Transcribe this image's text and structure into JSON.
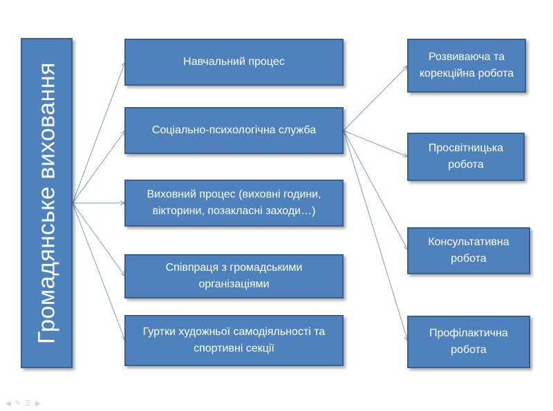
{
  "root": {
    "label": "Громадянське виховання"
  },
  "middle": [
    {
      "label": "Навчальний процес"
    },
    {
      "label": "Соціально-психологічна служба"
    },
    {
      "label": "Виховний процес (виховні години, вікторини, позакласні заходи…)"
    },
    {
      "label": "Співпраця з громадськими організаціями"
    },
    {
      "label": "Гуртки художньої самодіяльності та спортивні секції"
    }
  ],
  "right": [
    {
      "label": "Розвиваюча та корекційна робота"
    },
    {
      "label": "Просвітницька робота"
    },
    {
      "label": "Консультативна робота"
    },
    {
      "label": "Профілактична робота"
    }
  ],
  "colors": {
    "box_fill": "#4f81bd",
    "box_border": "#3a5f8d",
    "connector": "#7a9cc6"
  },
  "nav_icons": [
    "arrow-left-icon",
    "pen-icon",
    "menu-icon",
    "arrow-right-icon"
  ]
}
